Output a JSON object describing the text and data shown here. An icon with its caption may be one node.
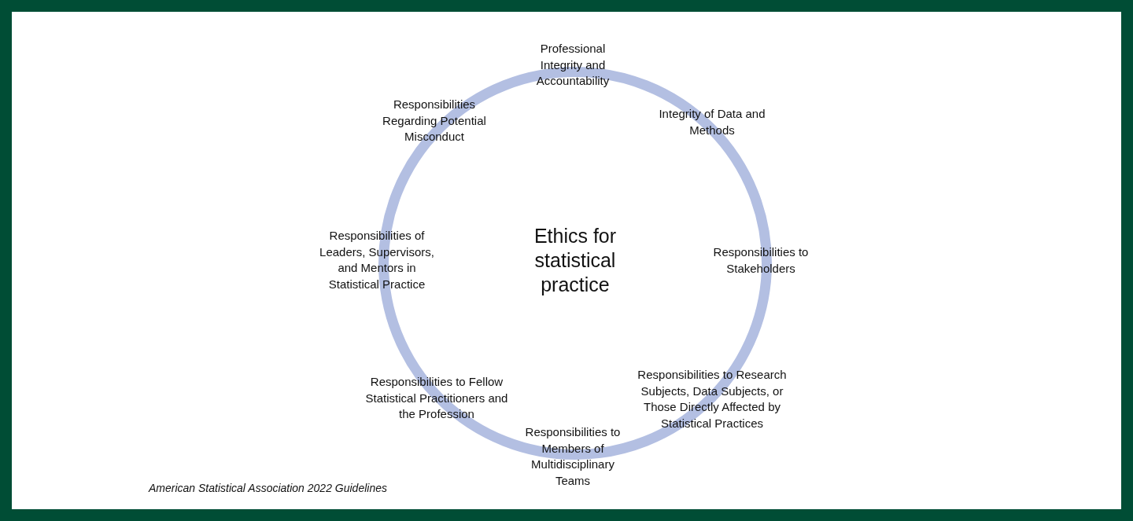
{
  "diagram": {
    "caption": "American Statistical Association 2022 Guidelines",
    "nodes": [
      {
        "text": [
          "Ethics for statistical practice"
        ]
      }
    ],
    "labels": [
      "Professional Integrity and Accountability",
      "Responsibilities Regarding Potential Misconduct",
      "Integrity of Data and Methods",
      "Responsibilities of Leaders, Supervisors, and Mentors in Statistical Practice",
      "Responsibilities to Stakeholders",
      "Responsibilities to Research Subjects, Data Subjects, or Those Directly Affected by Statistical Practices",
      "Responsibilities to Fellow Statistical Practitioners and the Profession",
      "Responsibilities to Members of Multidisciplinary Teams"
    ]
  }
}
